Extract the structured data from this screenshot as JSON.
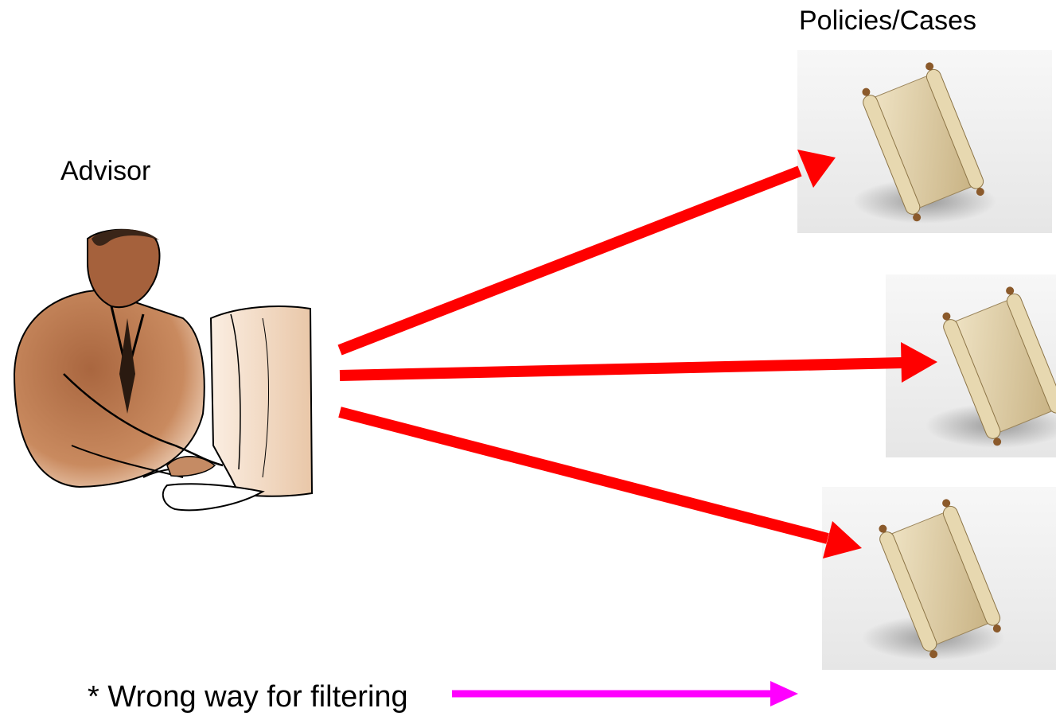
{
  "labels": {
    "advisor": "Advisor",
    "policies_cases": "Policies/Cases",
    "legend": "* Wrong way for filtering"
  },
  "colors": {
    "arrow_red": "#ff0000",
    "legend_arrow": "#ff00ff",
    "skin": "#c07a52",
    "monitor": "#f3dcc8",
    "parchment": "#d8c59b",
    "roller": "#8b5a2b"
  },
  "icons": {
    "advisor": "person-at-computer-icon",
    "policy": "scroll-icon"
  },
  "policies": [
    {
      "id": "policy-1"
    },
    {
      "id": "policy-2"
    },
    {
      "id": "policy-3"
    }
  ]
}
